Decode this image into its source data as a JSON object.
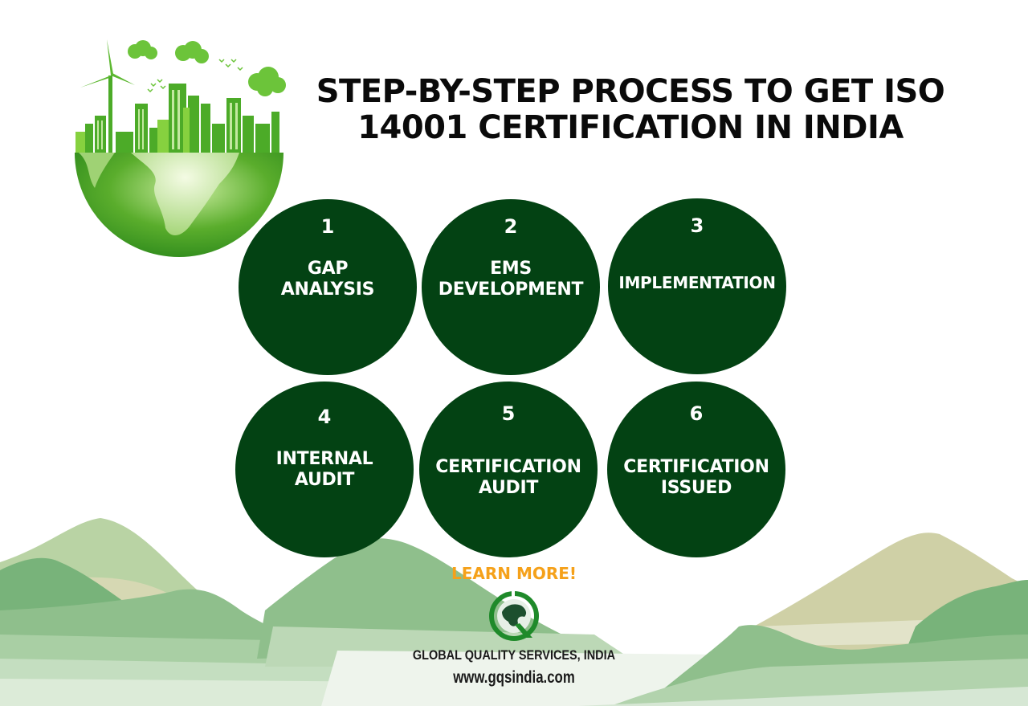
{
  "header": {
    "title_line1": "STEP-BY-STEP PROCESS TO GET ISO",
    "title_line2": "14001 CERTIFICATION IN INDIA"
  },
  "illustration": {
    "icon": "eco-city-globe-icon",
    "description": "Green globe with wind turbine, city skyline, clouds and birds"
  },
  "steps": [
    {
      "number": "1",
      "label_line1": "GAP",
      "label_line2": "ANALYSIS"
    },
    {
      "number": "2",
      "label_line1": "EMS",
      "label_line2": "DEVELOPMENT"
    },
    {
      "number": "3",
      "label_line1": "IMPLEMENTATION",
      "label_line2": ""
    },
    {
      "number": "4",
      "label_line1": "INTERNAL",
      "label_line2": "AUDIT"
    },
    {
      "number": "5",
      "label_line1": "CERTIFICATION",
      "label_line2": "AUDIT"
    },
    {
      "number": "6",
      "label_line1": "CERTIFICATION",
      "label_line2": "ISSUED"
    }
  ],
  "footer": {
    "cta": "LEARN MORE!",
    "logo_icon": "gqs-globe-q-logo-icon",
    "company": "GLOBAL QUALITY SERVICES, INDIA",
    "website": "www.gqsindia.com"
  },
  "colors": {
    "circle_fill": "#034213",
    "cta_orange": "#f5a11a",
    "title_text": "#0a0a0a",
    "mountain_light": "#d6e7d4",
    "mountain_mid": "#8fbf8c",
    "mountain_khaki": "#cfd0a6"
  }
}
